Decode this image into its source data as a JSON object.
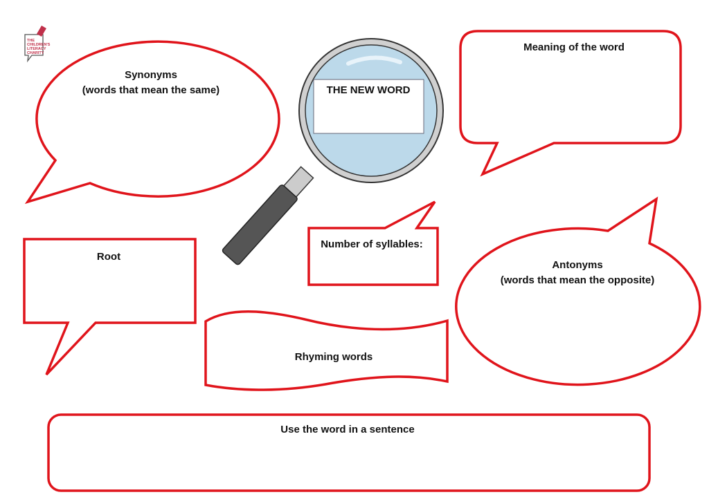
{
  "logo": {
    "text": "THE CHILDREN'S LITERACY CHARITY"
  },
  "magnifier": {
    "label": "THE NEW WORD"
  },
  "synonyms": {
    "title": "Synonyms",
    "subtitle": "(words that mean the same)"
  },
  "meaning": {
    "title": "Meaning of the word"
  },
  "syllables": {
    "title": "Number of syllables:"
  },
  "root": {
    "title": "Root"
  },
  "antonyms": {
    "title": "Antonyms",
    "subtitle": "(words that mean the opposite)"
  },
  "rhyming": {
    "title": "Rhyming words"
  },
  "sentence": {
    "title": "Use the word in a sentence"
  },
  "colors": {
    "outline": "#e0141b",
    "lens": "#bcd9ea",
    "handle": "#555555"
  }
}
